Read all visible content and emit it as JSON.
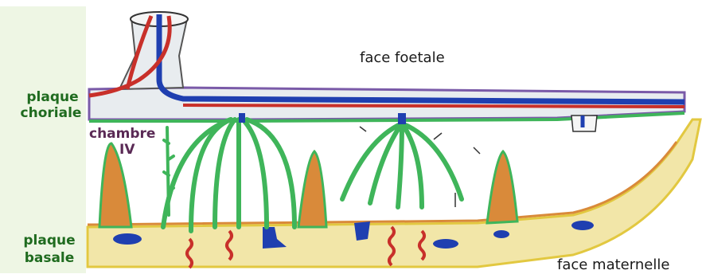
{
  "labels": {
    "face_foetale": "face foetale",
    "plaque_choriale_1": "plaque",
    "plaque_choriale_2": "choriale",
    "chambre_1": "chambre",
    "chambre_2": "IV",
    "plaque_basale_1": "plaque",
    "plaque_basale_2": "basale",
    "face_maternelle": "face maternelle"
  },
  "colors": {
    "green_label": "#1f6b1f",
    "purple_label": "#5a2a55",
    "artery_red": "#c8302a",
    "vein_blue": "#1f3fb0",
    "villi_green": "#3fb55a",
    "basal_yellow": "#f2e6a8",
    "septum_orange": "#d98a3a"
  }
}
